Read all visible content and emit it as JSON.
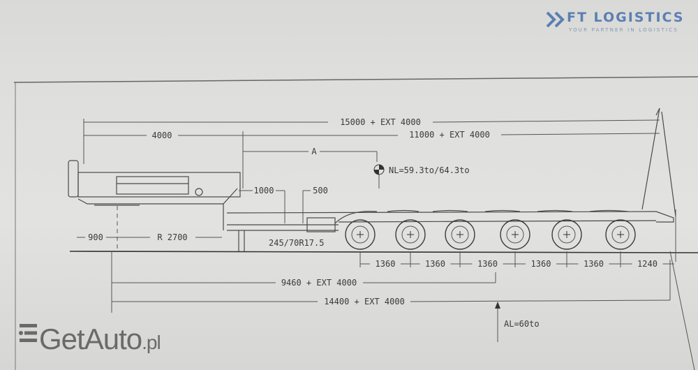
{
  "watermarks": {
    "ft_logistics": {
      "title": "FT LOGISTICS",
      "subtitle": "YOUR PARTNER IN LOGISTICS",
      "color": "#5b7fb3"
    },
    "getauto": {
      "name": "GetAuto",
      "tld": ".pl"
    }
  },
  "drawing": {
    "overall_length": "15000 + EXT 4000",
    "gooseneck_length": "4000",
    "deck_length": "11000 + EXT 4000",
    "dim_a": "A",
    "nl_load": "NL=59.3to/64.3to",
    "dim_1000": "1000",
    "dim_500": "500",
    "dim_900": "900",
    "dim_r2700": "R 2700",
    "tyre": "245/70R17.5",
    "axle_spacings": [
      "1360",
      "1360",
      "1360",
      "1360",
      "1360"
    ],
    "rear_overhang": "1240",
    "dim_9460": "9460 + EXT 4000",
    "dim_14400": "14400 + EXT 4000",
    "al_load": "AL=60to"
  }
}
